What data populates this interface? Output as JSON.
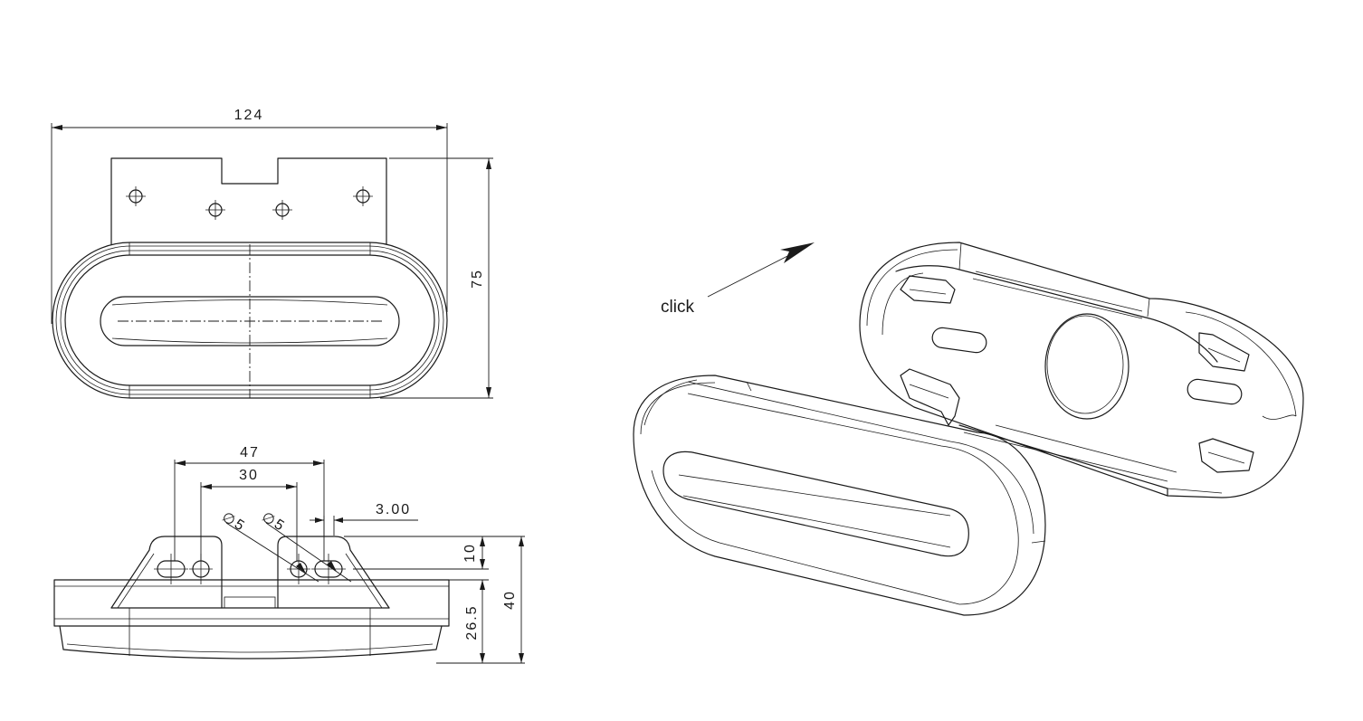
{
  "dimensions": {
    "overall_width": "124",
    "overall_height": "75",
    "spacing_outer": "47",
    "spacing_inner": "30",
    "hole_left": "5",
    "hole_right": "5",
    "slot_width": "3.00",
    "bracket_height": "10",
    "body_height": "26.5",
    "total_depth": "40"
  },
  "diameter_symbol": "∅",
  "annotation": {
    "click_label": "click"
  }
}
